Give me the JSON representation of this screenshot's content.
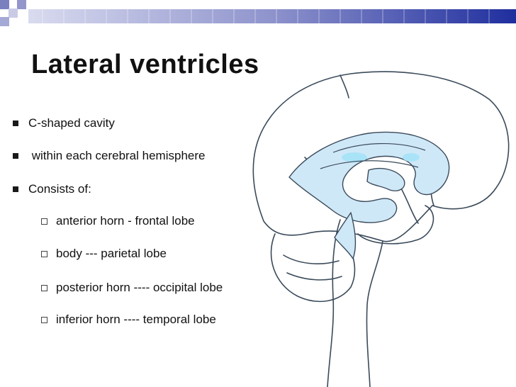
{
  "slide": {
    "title": "Lateral ventricles",
    "bullets": [
      "C-shaped cavity",
      " within each cerebral hemisphere",
      "Consists of:"
    ],
    "sub_bullets": [
      "anterior horn - frontal lobe",
      "body --- parietal lobe",
      "posterior horn ---- occipital lobe",
      "inferior horn ---- temporal lobe"
    ]
  },
  "colors": {
    "ventricle_fill": "#cfe8f7",
    "outline": "#3a4a5a",
    "header_squares": "#6a6fb8",
    "stripe_dark": "#2c3aa8"
  }
}
